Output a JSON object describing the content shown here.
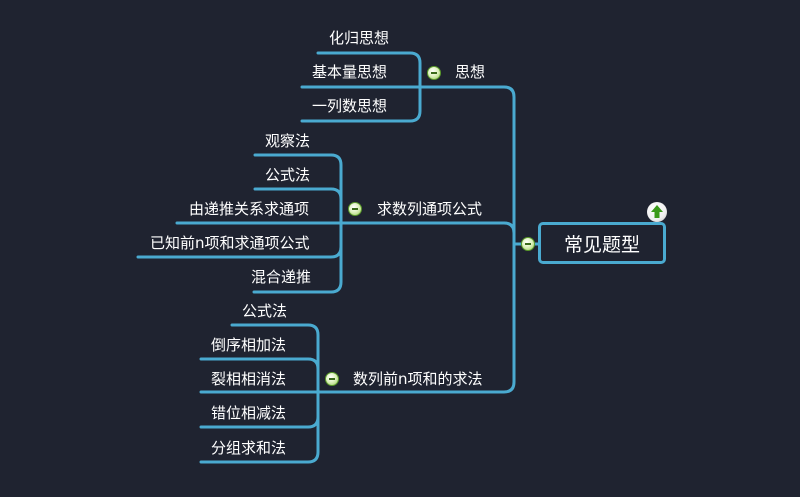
{
  "root": {
    "label": "常见题型",
    "icon": "up-arrow-icon",
    "accent": "#4aaad0"
  },
  "branches": [
    {
      "label": "思想",
      "children": [
        "化归思想",
        "基本量思想",
        "一列数思想"
      ]
    },
    {
      "label": "求数列通项公式",
      "children": [
        "观察法",
        "公式法",
        "由递推关系求通项",
        "已知前n项和求通项公式",
        "混合递推"
      ]
    },
    {
      "label": "数列前n项和的求法",
      "children": [
        "公式法",
        "倒序相加法",
        "裂相相消法",
        "错位相减法",
        "分组求和法"
      ]
    }
  ]
}
